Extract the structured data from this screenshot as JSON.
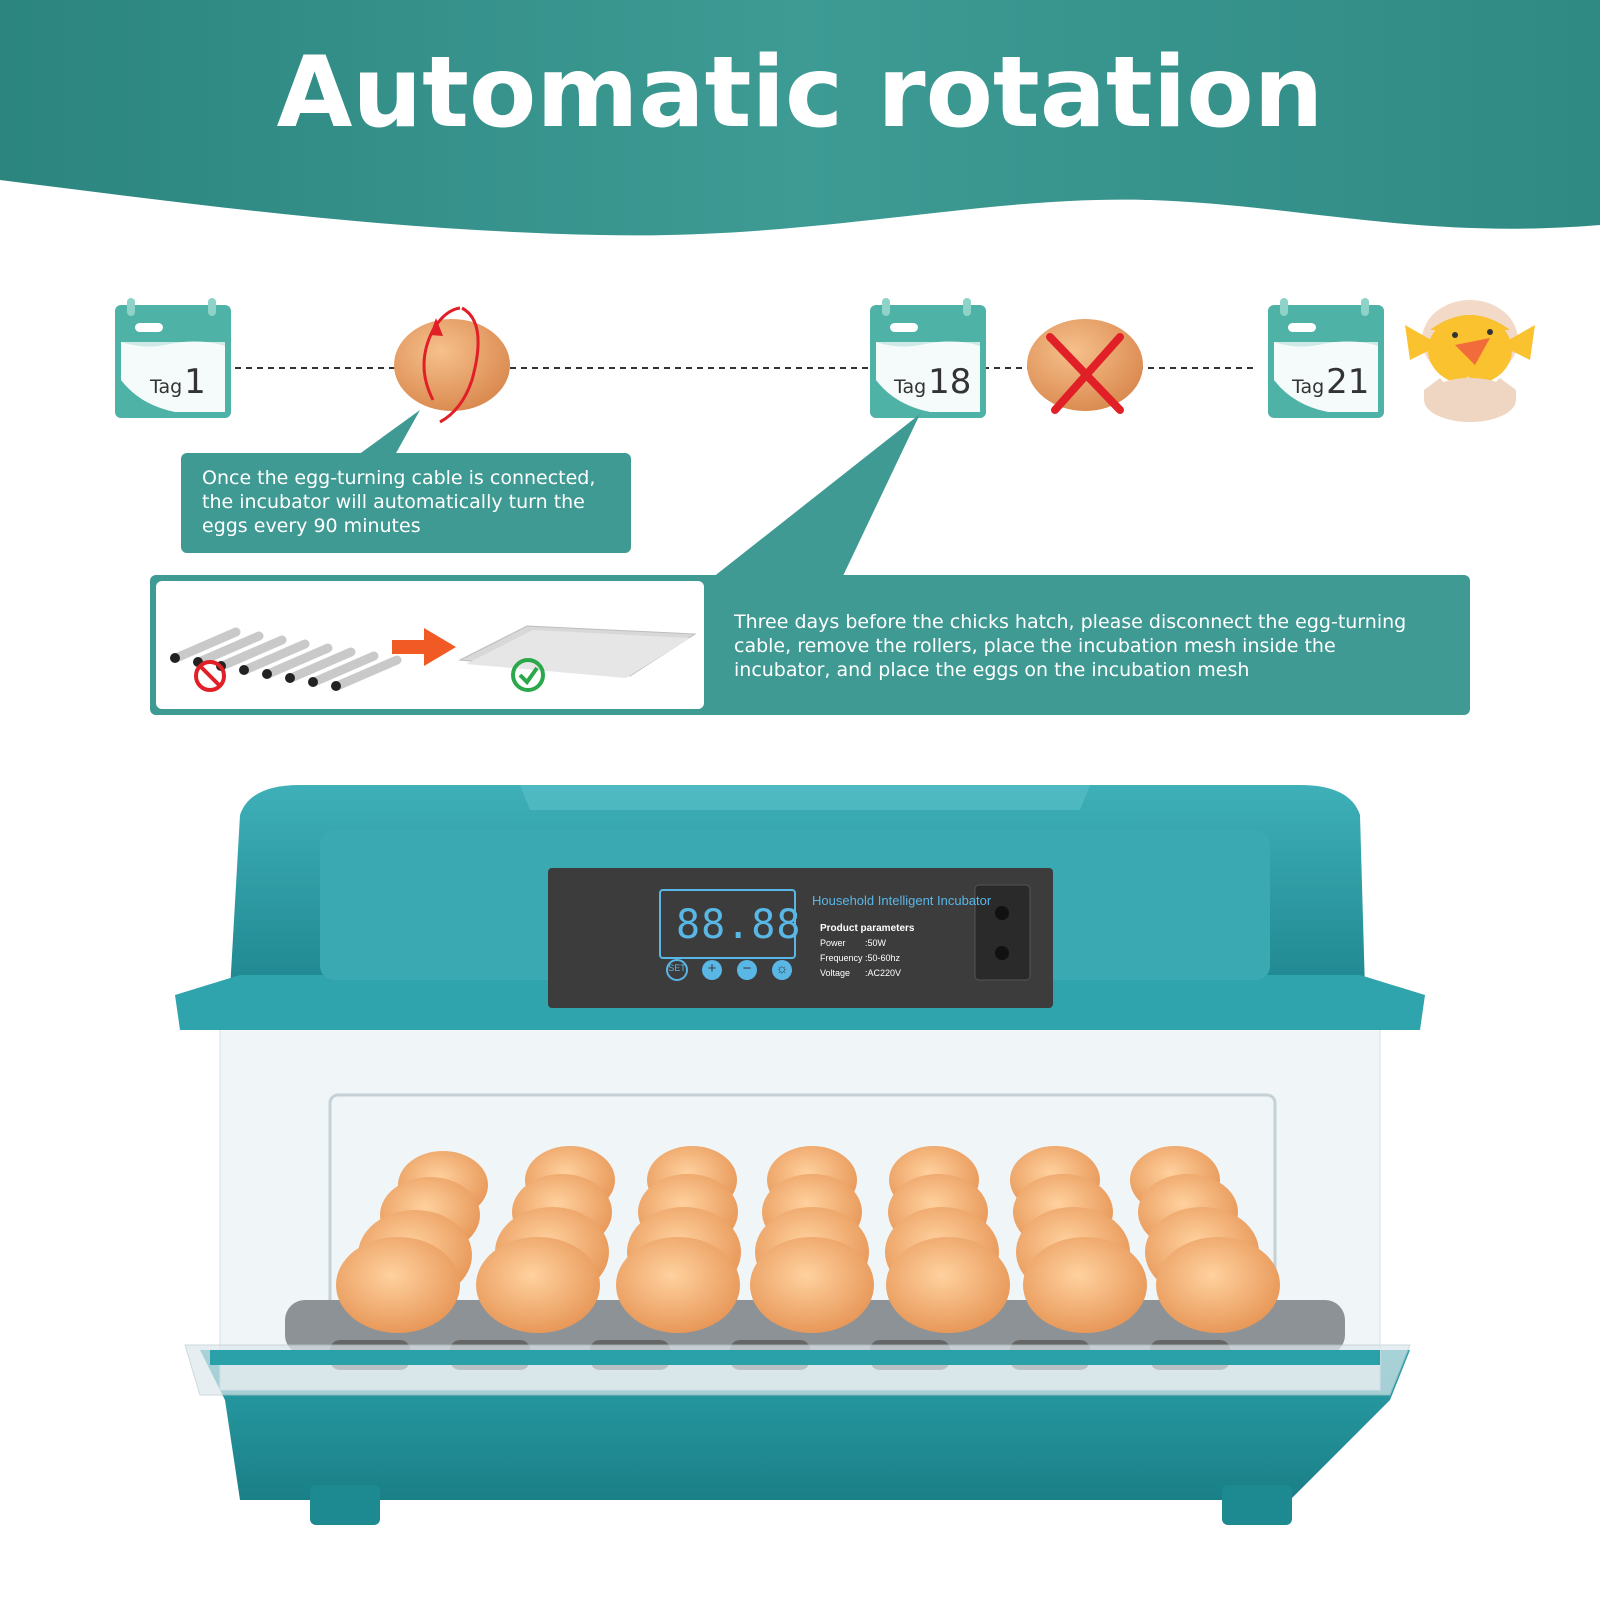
{
  "header": {
    "title": "Automatic rotation"
  },
  "colors": {
    "teal_dark": "#2f8a83",
    "teal": "#3f9a93",
    "incubator_teal": "#2a98a0",
    "egg": "#e8a36b",
    "red": "#e11f26",
    "green": "#2aa84a",
    "arrow_orange": "#f15a24",
    "panel_dark": "#3c3c3c",
    "display_blue": "#59b7e6"
  },
  "timeline": {
    "milestones": [
      {
        "word": "Tag",
        "day": "1",
        "icon": "calendar-icon"
      },
      {
        "word": "Tag",
        "day": "18",
        "icon": "calendar-icon"
      },
      {
        "word": "Tag",
        "day": "21",
        "icon": "calendar-icon"
      }
    ],
    "icons": [
      "rotating-egg-icon",
      "no-rotation-egg-icon",
      "hatching-chick-icon"
    ]
  },
  "callouts": {
    "rotation_text": "Once the egg-turning cable is connected, the incubator will automatically turn the eggs every 90 minutes",
    "hatch_text": "Three days before the chicks hatch, please disconnect the egg-turning cable, remove the rollers, place the incubation mesh inside the incubator, and place the eggs on the incubation mesh"
  },
  "incubator": {
    "display_value": "88.88",
    "buttons": [
      "SET",
      "+",
      "−",
      "☼"
    ],
    "panel_title": "Household Intelligent Incubator",
    "params_heading": "Product parameters",
    "params": [
      {
        "label": "Power",
        "value": ":50W"
      },
      {
        "label": "Frequency",
        "value": ":50-60hz"
      },
      {
        "label": "Voltage",
        "value": ":AC220V"
      }
    ]
  }
}
